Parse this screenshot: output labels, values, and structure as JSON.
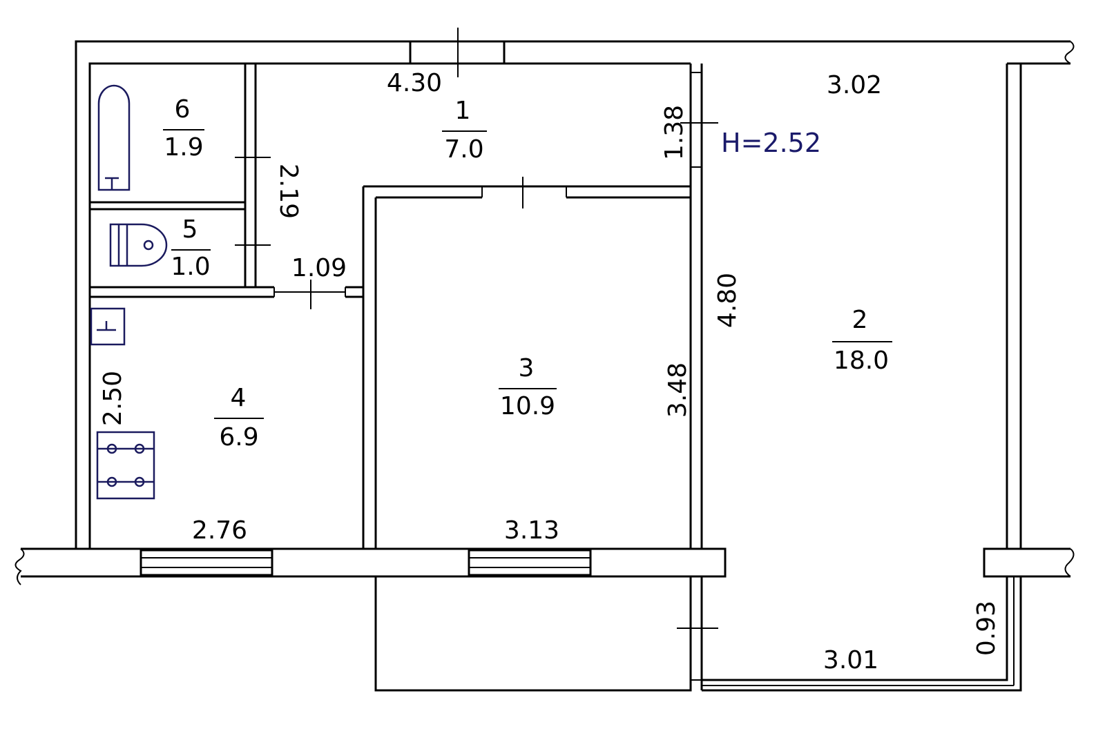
{
  "rooms": [
    {
      "number": "1",
      "area": "7.0"
    },
    {
      "number": "2",
      "area": "18.0"
    },
    {
      "number": "3",
      "area": "10.9"
    },
    {
      "number": "4",
      "area": "6.9"
    },
    {
      "number": "5",
      "area": "1.0"
    },
    {
      "number": "6",
      "area": "1.9"
    }
  ],
  "dimensions": {
    "hall_length": "4.30",
    "room2_width": "3.02",
    "hall_depth": "1.38",
    "bath_depth": "2.19",
    "corridor": "1.09",
    "room2_length": "4.80",
    "room3_depth": "3.48",
    "kitchen_depth": "2.50",
    "kitchen_width": "2.76",
    "room3_width": "3.13",
    "balcony_depth": "0.93",
    "balcony_width": "3.01"
  },
  "ceiling_height": "H=2.52",
  "colors": {
    "walls": "#000000",
    "fixtures": "#1a1a5e",
    "ceiling_label": "#1a1a6a"
  }
}
